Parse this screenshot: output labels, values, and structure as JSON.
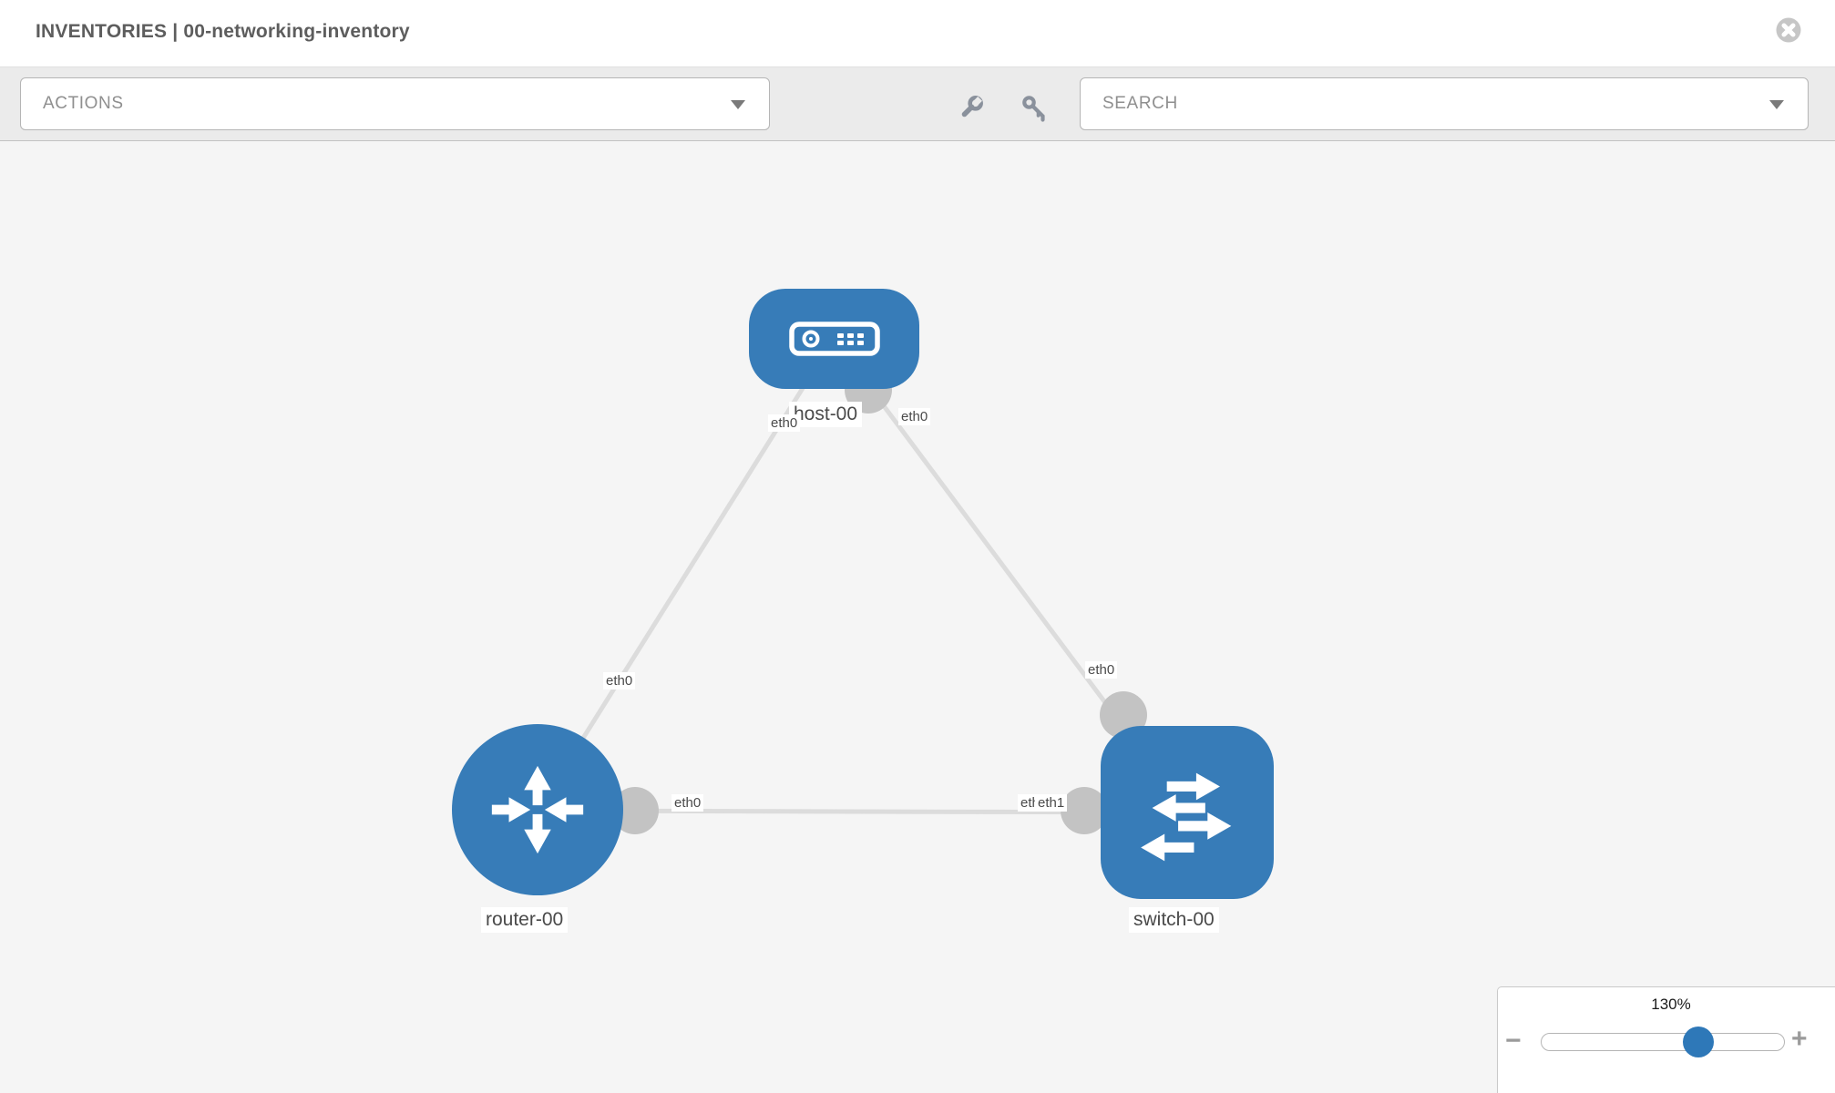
{
  "header": {
    "title": "INVENTORIES | 00-networking-inventory"
  },
  "toolbar": {
    "actions_placeholder": "ACTIONS",
    "search_placeholder": "SEARCH",
    "icons": {
      "wrench": "wrench-icon",
      "key": "key-icon"
    }
  },
  "topology": {
    "nodes": {
      "host": {
        "label": "host-00",
        "type": "host"
      },
      "router": {
        "label": "router-00",
        "type": "router"
      },
      "switch": {
        "label": "switch-00",
        "type": "switch"
      }
    },
    "interfaces": {
      "host_left": "eth0",
      "host_right": "eth0",
      "router_top": "eth0",
      "router_right": "eth0",
      "switch_top": "eth0",
      "switch_left_rear": "eth0",
      "switch_left_front": "eth1"
    },
    "links": [
      {
        "from": "host-00",
        "to": "router-00"
      },
      {
        "from": "host-00",
        "to": "switch-00"
      },
      {
        "from": "router-00",
        "to": "switch-00"
      }
    ]
  },
  "zoom": {
    "level": "130%",
    "minus": "−",
    "plus": "+"
  },
  "colors": {
    "node_blue": "#377cb8",
    "link_gray": "#dcdcdc",
    "connector_gray": "#c3c3c3",
    "canvas_bg": "#f5f5f5",
    "toolbar_bg": "#ebebeb",
    "slider_thumb": "#2e78b8"
  }
}
